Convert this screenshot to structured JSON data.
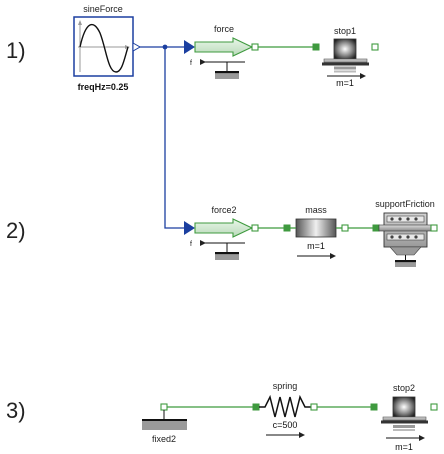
{
  "rows": [
    {
      "label": "1)"
    },
    {
      "label": "2)"
    },
    {
      "label": "3)"
    }
  ],
  "components": {
    "sineForce": {
      "name": "sineForce",
      "param": "freqHz=0.25"
    },
    "force": {
      "name": "force",
      "port": "f"
    },
    "stop1": {
      "name": "stop1",
      "param": "m=1"
    },
    "force2": {
      "name": "force2",
      "port": "f"
    },
    "mass": {
      "name": "mass",
      "param": "m=1"
    },
    "supportFriction": {
      "name": "supportFriction"
    },
    "fixed2": {
      "name": "fixed2"
    },
    "spring": {
      "name": "spring",
      "param": "c=500"
    },
    "stop2": {
      "name": "stop2",
      "param": "m=1"
    }
  },
  "colors": {
    "signal": "#1b3fa0",
    "translational": "#3f9a3f",
    "port_fill": "#ffffff",
    "ground": "#9a9a9a"
  }
}
